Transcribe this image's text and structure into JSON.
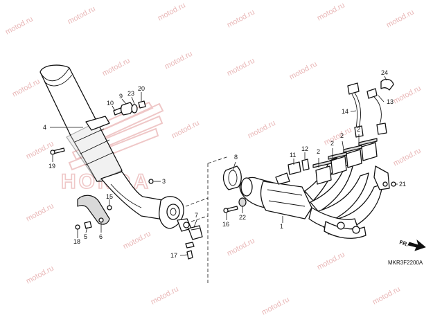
{
  "diagram_code": "MKR3F2200A",
  "front_marker": "FR.",
  "watermark_text": "motod.ru",
  "watermark_logo_text": "HONDA",
  "colors": {
    "line": "#111111",
    "watermark": "#e9b7b7",
    "shade": "#d9d9d9"
  },
  "callouts": [
    {
      "id": "c1",
      "label": "1"
    },
    {
      "id": "c2a",
      "label": "2"
    },
    {
      "id": "c2b",
      "label": "2"
    },
    {
      "id": "c2c",
      "label": "2"
    },
    {
      "id": "c2d",
      "label": "2"
    },
    {
      "id": "c3",
      "label": "3"
    },
    {
      "id": "c4",
      "label": "4"
    },
    {
      "id": "c5",
      "label": "5"
    },
    {
      "id": "c6",
      "label": "6"
    },
    {
      "id": "c7",
      "label": "7"
    },
    {
      "id": "c8",
      "label": "8"
    },
    {
      "id": "c9",
      "label": "9"
    },
    {
      "id": "c10",
      "label": "10"
    },
    {
      "id": "c11",
      "label": "11"
    },
    {
      "id": "c12",
      "label": "12"
    },
    {
      "id": "c13",
      "label": "13"
    },
    {
      "id": "c14",
      "label": "14"
    },
    {
      "id": "c15",
      "label": "15"
    },
    {
      "id": "c16",
      "label": "16"
    },
    {
      "id": "c17",
      "label": "17"
    },
    {
      "id": "c18",
      "label": "18"
    },
    {
      "id": "c19",
      "label": "19"
    },
    {
      "id": "c20",
      "label": "20"
    },
    {
      "id": "c21",
      "label": "21"
    },
    {
      "id": "c22",
      "label": "22"
    },
    {
      "id": "c23",
      "label": "23"
    },
    {
      "id": "c24",
      "label": "24"
    }
  ]
}
